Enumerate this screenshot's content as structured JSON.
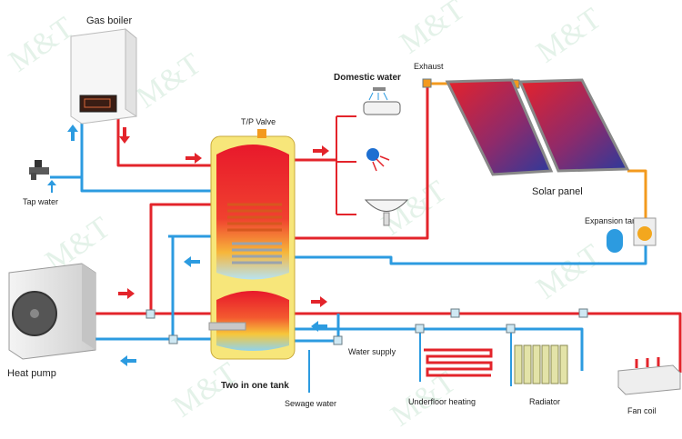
{
  "labels": {
    "gas_boiler": "Gas boiler",
    "tap_water": "Tap water",
    "tp_valve": "T/P Valve",
    "domestic_water": "Domestic water",
    "exhaust": "Exhaust",
    "solar_panel": "Solar panel",
    "expansion_tank": "Expansion tank",
    "heat_pump": "Heat pump",
    "two_in_one_tank": "Two in one tank",
    "water_supply": "Water supply",
    "sewage_water": "Sewage water",
    "underfloor_heating": "Underfloor heating",
    "radiator": "Radiator",
    "fan_coil": "Fan coil"
  },
  "watermark": "M&T",
  "colors": {
    "hot_pipe": "#e3242b",
    "cold_pipe": "#2c9be0",
    "solar_pipe": "#f39a1e",
    "tank_shell": "#f7e67a",
    "arrow_hot": "#e3242b",
    "arrow_cold": "#2c9be0"
  }
}
